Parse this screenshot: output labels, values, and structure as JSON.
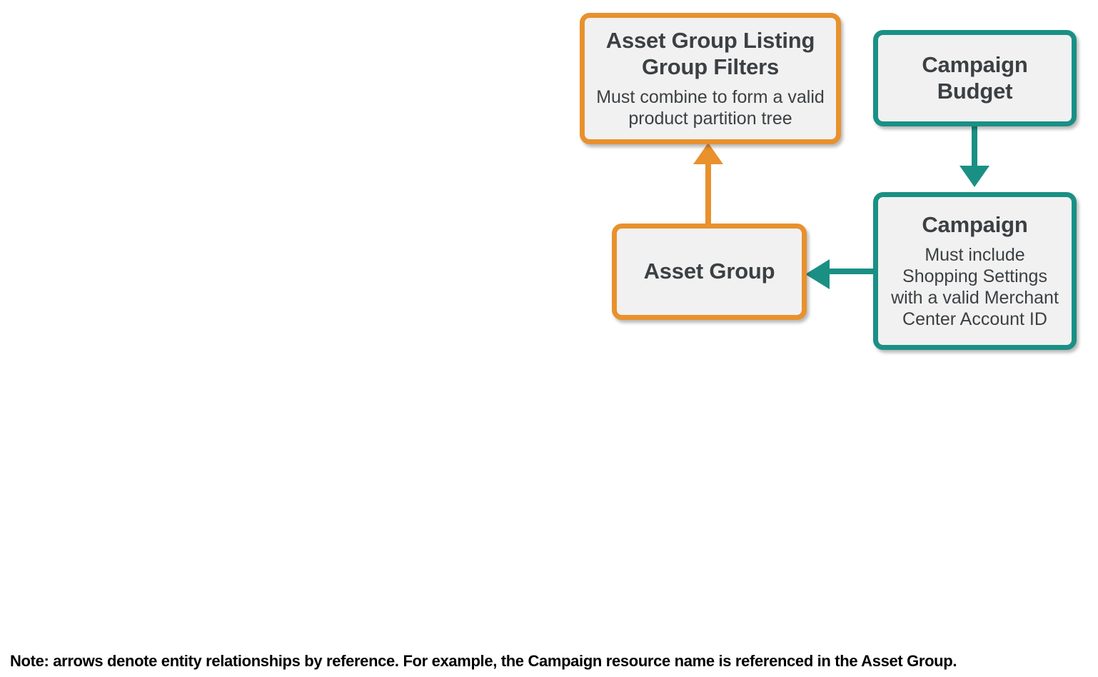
{
  "diagram": {
    "type": "entity-relationship",
    "colors": {
      "orange": "#e8912d",
      "teal": "#1a9085",
      "node_fill": "#f1f1f1",
      "text": "#3c4043",
      "background": "#ffffff"
    },
    "nodes": [
      {
        "id": "asset_group_listing_group_filters",
        "title": "Asset Group Listing Group Filters",
        "subtitle": "Must combine to form a valid product partition tree",
        "color": "orange"
      },
      {
        "id": "campaign_budget",
        "title": "Campaign Budget",
        "subtitle": "",
        "color": "teal"
      },
      {
        "id": "asset_group",
        "title": "Asset Group",
        "subtitle": "",
        "color": "orange"
      },
      {
        "id": "campaign",
        "title": "Campaign",
        "subtitle": "Must include Shopping Settings with a valid Merchant Center Account ID",
        "color": "teal"
      }
    ],
    "edges": [
      {
        "id": "asset_group_to_filters",
        "from": "asset_group",
        "to": "asset_group_listing_group_filters",
        "direction": "up",
        "color": "orange"
      },
      {
        "id": "budget_to_campaign",
        "from": "campaign_budget",
        "to": "campaign",
        "direction": "down",
        "color": "teal"
      },
      {
        "id": "campaign_to_asset_group",
        "from": "campaign",
        "to": "asset_group",
        "direction": "left",
        "color": "teal"
      }
    ],
    "footnote": "Note: arrows denote entity relationships by reference. For example, the Campaign resource name is referenced in the Asset Group."
  }
}
